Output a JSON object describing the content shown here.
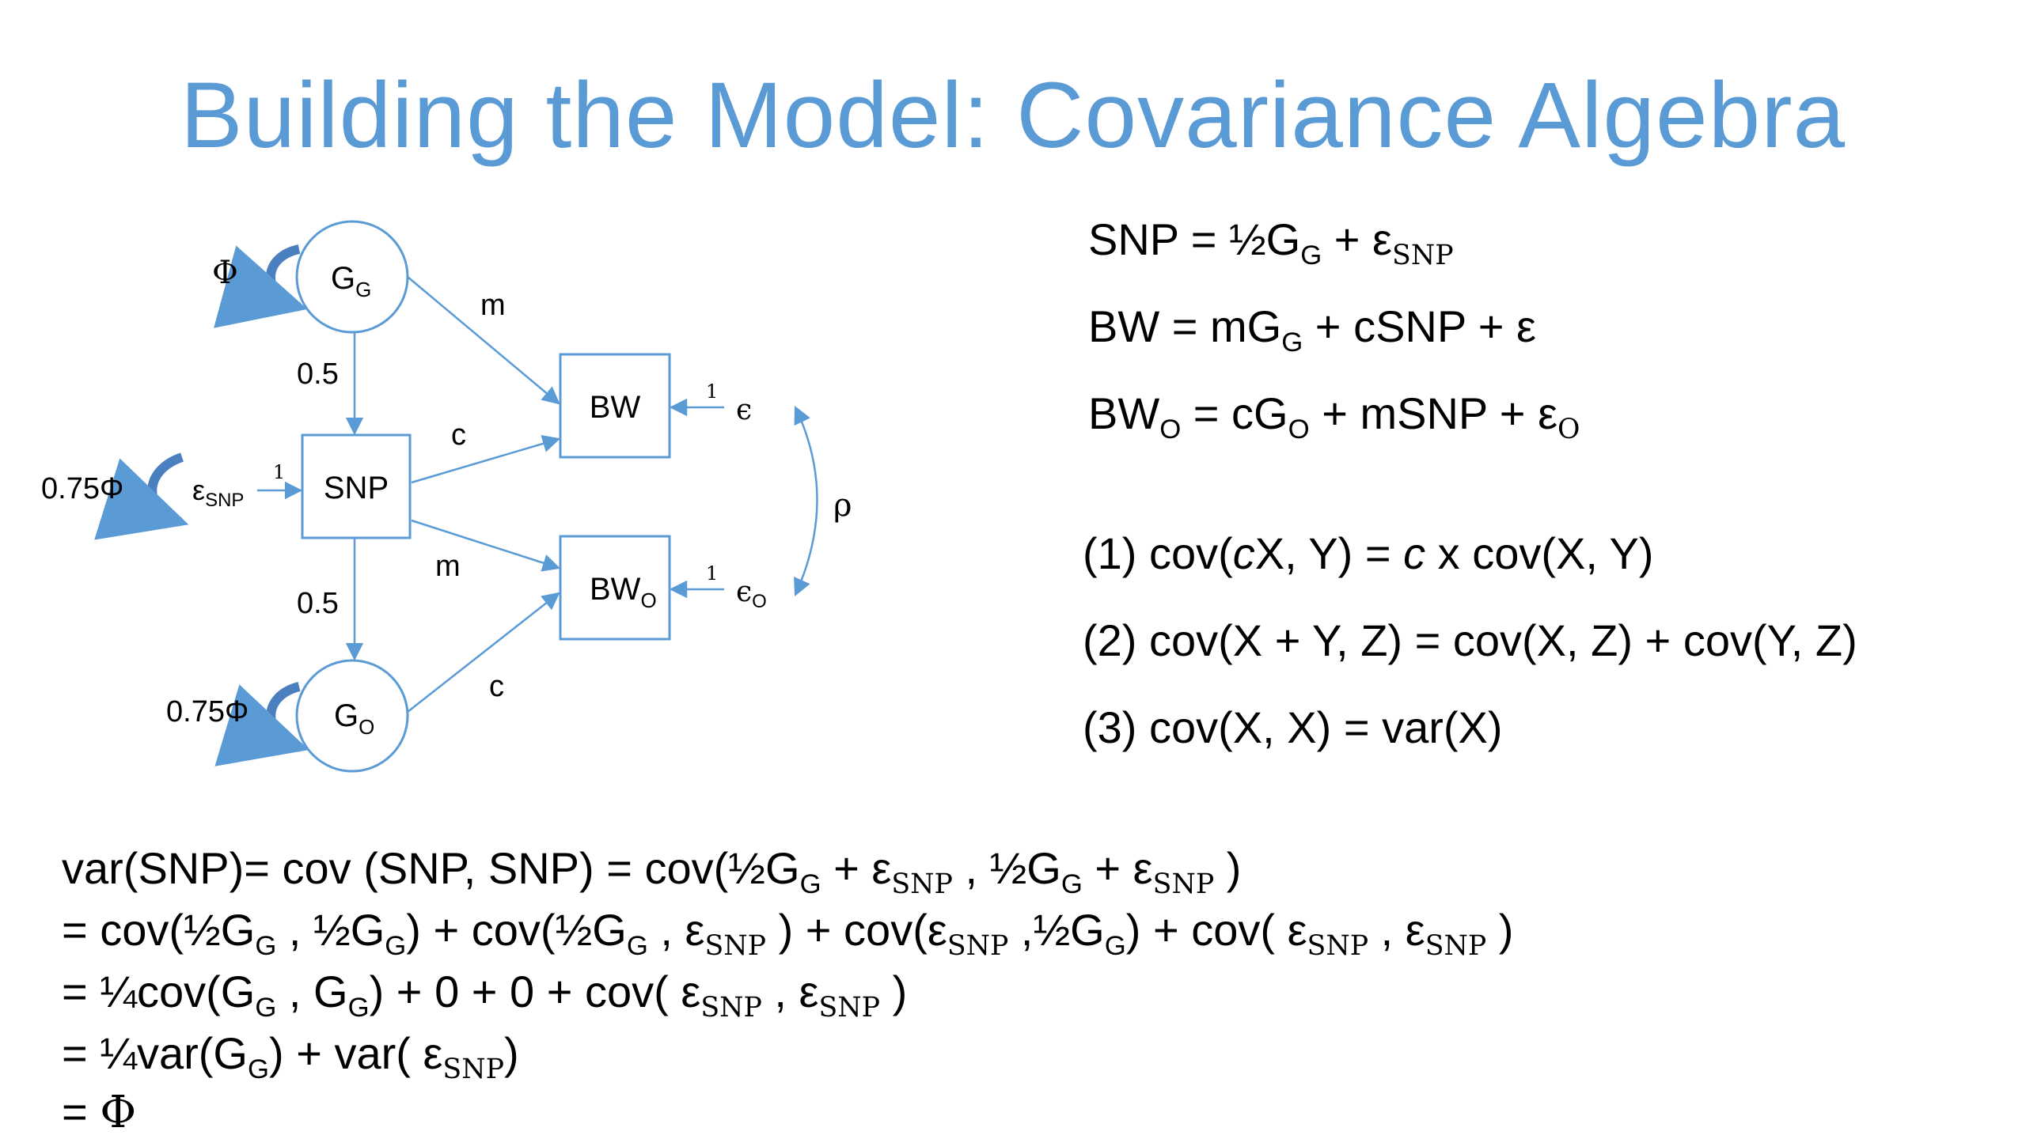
{
  "slide": {
    "title": "Building the Model: Covariance Algebra"
  },
  "diagram": {
    "nodes": {
      "gg": {
        "main": "G",
        "sub": "G"
      },
      "snp": {
        "label": "SNP"
      },
      "go": {
        "main": "G",
        "sub": "O"
      },
      "bw": {
        "label": "BW"
      },
      "bwo": {
        "main": "BW",
        "sub": "O"
      }
    },
    "variances": {
      "gg": "Φ",
      "esnp": "0.75Φ",
      "go": "0.75Φ"
    },
    "errors": {
      "esnp_main": "ε",
      "esnp_sub": "SNP",
      "e_bw": "ϵ",
      "e_bwo_main": "ϵ",
      "e_bwo_sub": "O"
    },
    "paths": {
      "gg_bw": "m",
      "gg_snp": "0.5",
      "snp_bw": "c",
      "snp_bwo": "m",
      "snp_go": "0.5",
      "go_bwo": "c",
      "fixed_esnp": "1",
      "fixed_bw": "1",
      "fixed_bwo": "1",
      "rho": "ρ"
    }
  },
  "equations": {
    "model": [
      {
        "lhs": "SNP = ½G",
        "s1": "G",
        "mid": " + ε",
        "s2": "SNP",
        "tail": ""
      },
      {
        "lhs": "BW = mG",
        "s1": "G",
        "mid": " + cSNP + ε",
        "s2": "",
        "tail": ""
      },
      {
        "lhs": "BW",
        "s0": "O",
        "mid0": " = cG",
        "s1": "O",
        "mid": " + mSNP + ε",
        "s2": "O"
      }
    ],
    "rules": {
      "r1_pre": "(1) cov(",
      "r1_c": "c",
      "r1_mid": "X, Y) = ",
      "r1_c2": "c",
      "r1_post": " x cov(X, Y)",
      "r2": "(2) cov(X + Y, Z) = cov(X, Z) + cov(Y, Z)",
      "r3": "(3) cov(X, X) = var(X)"
    }
  },
  "derivation": {
    "l1_a": "var(SNP)= cov (SNP, SNP) = cov(½G",
    "l1_b": " + ε",
    "l1_c": " , ½G",
    "l1_d": " + ε",
    "l1_e": " )",
    "l2_a": "= cov(½G",
    "l2_b": " , ½G",
    "l2_c": ") + cov(½G",
    "l2_d": " , ε",
    "l2_e": " ) + cov(ε",
    "l2_f": " ,½G",
    "l2_g": ") + cov( ε",
    "l2_h": " , ε",
    "l2_i": " )",
    "l3_a": "= ¼cov(G",
    "l3_b": " , G",
    "l3_c": ") + 0 + 0 + cov( ε",
    "l3_d": " , ε",
    "l3_e": " )",
    "l4_a": "= ¼var(G",
    "l4_b": ") + var( ε",
    "l4_c": ")",
    "l5_a": "= ",
    "l5_b": "Φ",
    "sub_g": "G",
    "sub_snp": "SNP"
  }
}
